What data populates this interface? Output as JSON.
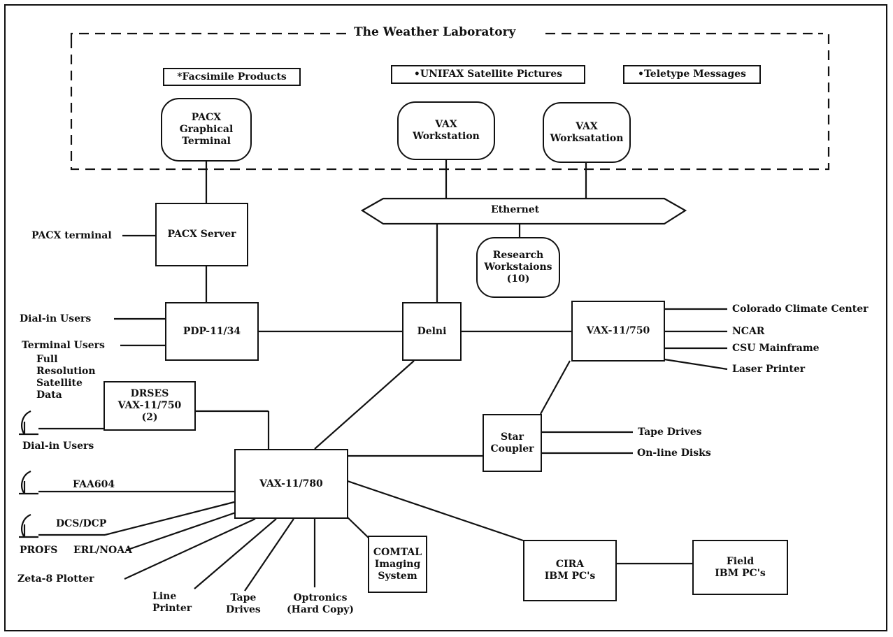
{
  "title": "The Weather Laboratory",
  "lab_products": [
    "*Facsimile Products",
    "•UNIFAX Satellite Pictures",
    "•Teletype Messages"
  ],
  "lab_terminals": {
    "pacx_graphical": "PACX\nGraphical\nTerminal",
    "vax_workstation_1": "VAX\nWorkstation",
    "vax_workstation_2": "VAX\nWorksatation"
  },
  "nodes": {
    "ethernet": "Ethernet",
    "pacx_server": "PACX Server",
    "research_workstations": "Research\nWorkstaions\n(10)",
    "pdp": "PDP-11/34",
    "delni": "Delni",
    "vax750": "VAX-11/750",
    "drses": "DRSES\nVAX-11/750\n(2)",
    "star_coupler": "Star\nCoupler",
    "vax780": "VAX-11/780",
    "comtal": "COMTAL\nImaging\nSystem",
    "cira": "CIRA\nIBM PC's",
    "field": "Field\nIBM PC's"
  },
  "labels": {
    "pacx_terminal": "PACX terminal",
    "dialin_users_1": "Dial-in Users",
    "terminal_users": "Terminal Users",
    "full_resolution": "Full\nResolution\nSatellite\nData",
    "dialin_users_2": "Dial-in Users",
    "faa604": "FAA604",
    "dcs_dcp": "DCS/DCP",
    "profs": "PROFS",
    "erl_noaa": "ERL/NOAA",
    "zeta_plotter": "Zeta-8 Plotter",
    "line_printer": "Line\nPrinter",
    "tape_drives_bottom": "Tape\nDrives",
    "optronics": "Optronics\n(Hard Copy)",
    "colorado_climate": "Colorado Climate Center",
    "ncar": "NCAR",
    "csu_mainframe": "CSU Mainframe",
    "laser_printer": "Laser Printer",
    "tape_drives_right": "Tape Drives",
    "online_disks": "On-line Disks"
  }
}
